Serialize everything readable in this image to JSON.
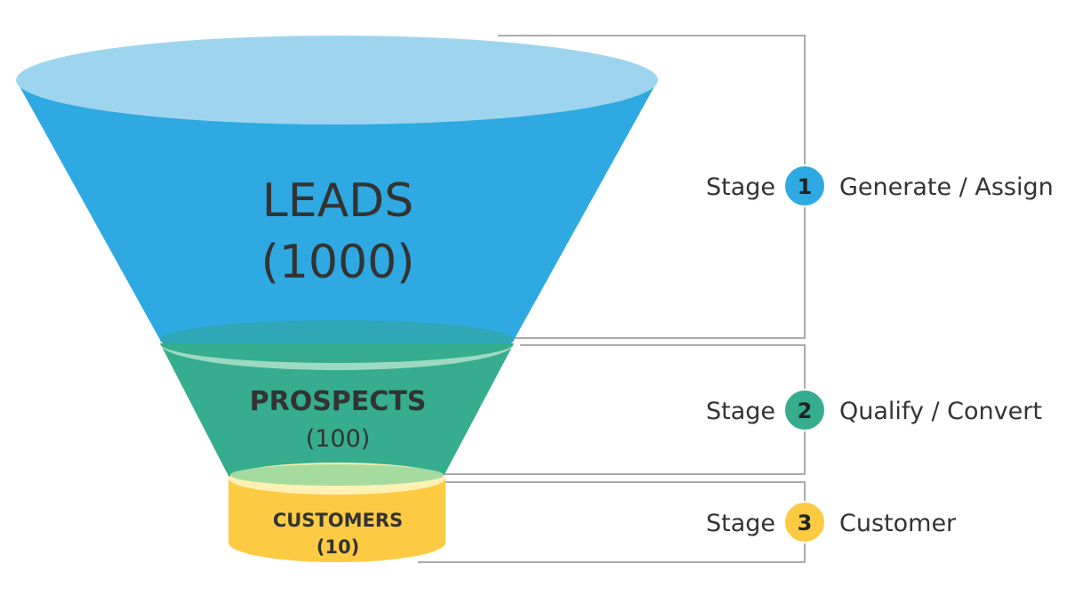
{
  "funnel": {
    "leads": {
      "label": "LEADS",
      "count": "(1000)"
    },
    "prospects": {
      "label": "PROSPECTS",
      "count": "(100)"
    },
    "customers": {
      "label": "CUSTOMERS",
      "count": "(10)"
    }
  },
  "stages": [
    {
      "word": "Stage",
      "number": "1",
      "description": "Generate / Assign"
    },
    {
      "word": "Stage",
      "number": "2",
      "description": "Qualify / Convert"
    },
    {
      "word": "Stage",
      "number": "3",
      "description": "Customer"
    }
  ],
  "colors": {
    "leads_body": "#2ea9e1",
    "leads_top": "#9ed5ee",
    "prospects_body": "#35ad8e",
    "prospects_rim": "#9dd9c3",
    "customers_body": "#fdcb43",
    "customers_top": "#fff0b3",
    "badge_1": "#2ea9e1",
    "badge_2": "#35ad8e",
    "badge_3": "#fdcb43",
    "bracket": "#aaaaaa"
  }
}
